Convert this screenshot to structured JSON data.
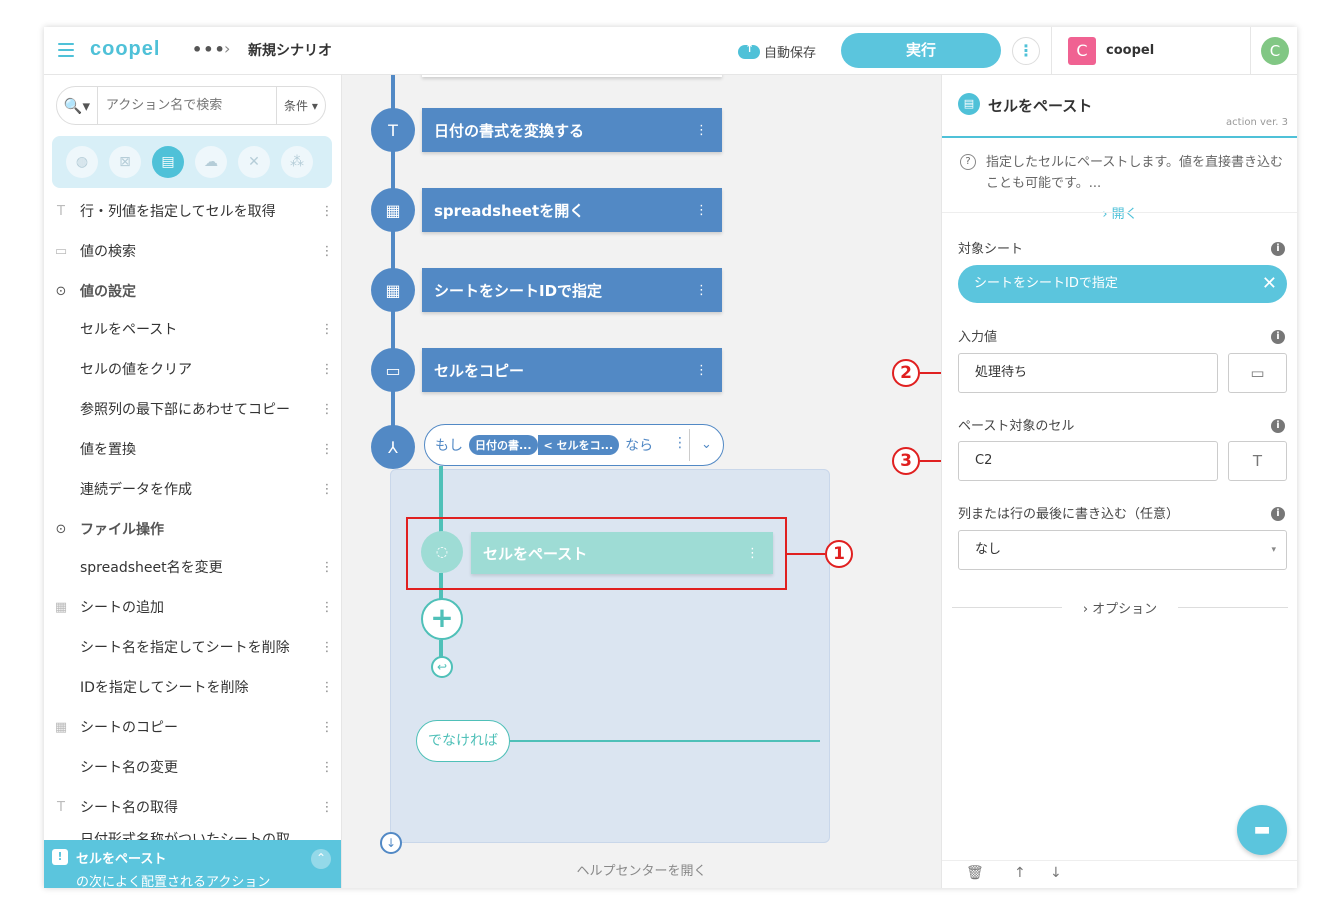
{
  "header": {
    "logo": "coopel",
    "more": "•••",
    "separator": "›",
    "title": "新規シナリオ",
    "autosave": "自動保存",
    "run": "実行",
    "menu": "⋮",
    "account_initial": "C",
    "account_name": "coopel",
    "user_initial": "C",
    "colors": {
      "accent": "#4fc1d8",
      "account": "#f06292",
      "avatar": "#81c784"
    }
  },
  "sidebar": {
    "search_placeholder": "アクション名で検索",
    "search_icon": "🔍▾",
    "condition": "条件 ▾",
    "categories": [
      {
        "icon": "globe-icon",
        "glyph": "◍"
      },
      {
        "icon": "excel-icon",
        "glyph": "⊠"
      },
      {
        "icon": "document-icon",
        "glyph": "▤"
      },
      {
        "icon": "cloud-icon",
        "glyph": "☁"
      },
      {
        "icon": "tools-icon",
        "glyph": "✕"
      },
      {
        "icon": "blocks-icon",
        "glyph": "⁂"
      }
    ],
    "items": [
      {
        "icon": "T",
        "label": "行・列値を指定してセルを取得",
        "menu": "⋮"
      },
      {
        "icon": "▭",
        "label": "値の検索",
        "menu": "⋮"
      },
      {
        "icon": "⊙",
        "label": "値の設定",
        "menu": ""
      },
      {
        "icon": "",
        "label": "セルをペースト",
        "menu": "⋮"
      },
      {
        "icon": "",
        "label": "セルの値をクリア",
        "menu": "⋮"
      },
      {
        "icon": "",
        "label": "参照列の最下部にあわせてコピー",
        "menu": "⋮"
      },
      {
        "icon": "",
        "label": "値を置換",
        "menu": "⋮"
      },
      {
        "icon": "",
        "label": "連続データを作成",
        "menu": "⋮"
      },
      {
        "icon": "⊙",
        "label": "ファイル操作",
        "menu": ""
      },
      {
        "icon": "",
        "label": "spreadsheet名を変更",
        "menu": "⋮"
      },
      {
        "icon": "▦",
        "label": "シートの追加",
        "menu": "⋮"
      },
      {
        "icon": "",
        "label": "シート名を指定してシートを削除",
        "menu": "⋮"
      },
      {
        "icon": "",
        "label": "IDを指定してシートを削除",
        "menu": "⋮"
      },
      {
        "icon": "▦",
        "label": "シートのコピー",
        "menu": "⋮"
      },
      {
        "icon": "",
        "label": "シート名の変更",
        "menu": "⋮"
      },
      {
        "icon": "T",
        "label": "シート名の取得",
        "menu": "⋮"
      },
      {
        "icon": "",
        "label": "日付形式名称がついたシートの取",
        "menu": ""
      }
    ],
    "banner": {
      "title": "セルをペースト",
      "subtitle": "の次によく配置されるアクション",
      "icon": "!",
      "toggle": "⌃"
    }
  },
  "canvas": {
    "steps": [
      {
        "icon": "T",
        "label": "日付の書式を変換する",
        "menu": "⋮"
      },
      {
        "icon": "▦",
        "label": "spreadsheetを開く",
        "menu": "⋮"
      },
      {
        "icon": "▦",
        "label": "シートをシートIDで指定",
        "menu": "⋮"
      },
      {
        "icon": "▭",
        "label": "セルをコピー",
        "menu": "⋮"
      }
    ],
    "condition": {
      "icon": "⅄",
      "if": "もし",
      "tag1": "日付の書...",
      "tag2": "< セルをコ...",
      "then": "なら",
      "menu": "⋮",
      "dropdown": "⌄"
    },
    "inner_step": {
      "icon": "◌",
      "label": "セルをペースト",
      "menu": "⋮"
    },
    "add": "+",
    "return": "↩",
    "else": "でなければ",
    "end": "↓",
    "help": "ヘルプセンターを開く",
    "annotations": [
      "1",
      "2",
      "3"
    ]
  },
  "panel": {
    "icon": "▤",
    "title": "セルをペースト",
    "version": "action ver. 3",
    "help_icon": "?",
    "description": "指定したセルにペーストします。値を直接書き込むことも可能です。...",
    "open": "› 開く",
    "fields": {
      "sheet_label": "対象シート",
      "sheet_value": "シートをシートIDで指定",
      "sheet_clear": "✕",
      "input_label": "入力値",
      "input_value": "処理待ち",
      "input_btn": "▭",
      "cell_label": "ペースト対象のセル",
      "cell_value": "C2",
      "cell_btn": "T",
      "append_label": "列または行の最後に書き込む（任意）",
      "append_value": "なし",
      "append_arrow": "▾"
    },
    "info": "i",
    "options": "› オプション",
    "chat": "▬",
    "footer": {
      "delete": "🗑",
      "up": "↑",
      "down": "↓"
    }
  }
}
